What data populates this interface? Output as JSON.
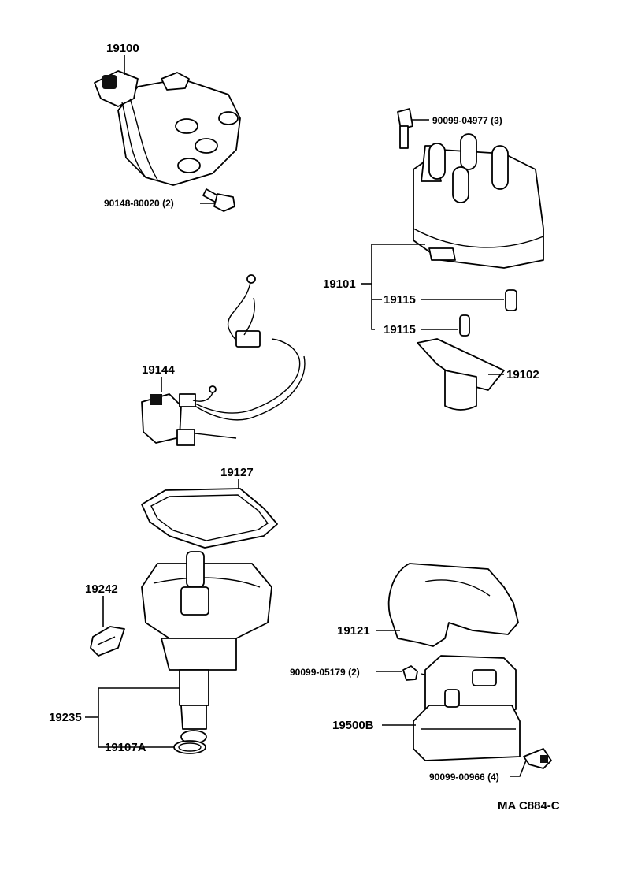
{
  "labels": {
    "p19100": "19100",
    "p90148": "90148-80020 (2)",
    "p90099_04977": "90099-04977 (3)",
    "p19101": "19101",
    "p19115a": "19115",
    "p19115b": "19115",
    "p19102": "19102",
    "p19144": "19144",
    "p19127": "19127",
    "p19242": "19242",
    "p19121": "19121",
    "p90099_05179": "90099-05179 (2)",
    "p19235": "19235",
    "p19500B": "19500B",
    "p19107A": "19107A",
    "p90099_00966": "90099-00966 (4)",
    "diagram_code": "MA C884-C"
  }
}
